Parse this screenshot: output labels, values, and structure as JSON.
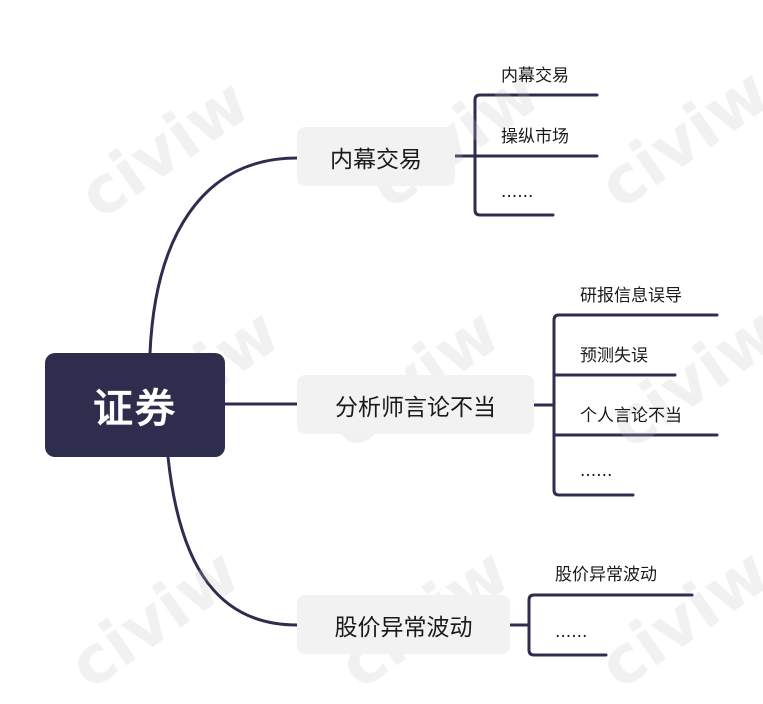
{
  "root": {
    "label": "证券"
  },
  "branches": [
    {
      "label": "内幕交易",
      "leaves": [
        "内幕交易",
        "操纵市场",
        "......"
      ]
    },
    {
      "label": "分析师言论不当",
      "leaves": [
        "研报信息误导",
        "预测失误",
        "个人言论不当",
        "......"
      ]
    },
    {
      "label": "股价异常波动",
      "leaves": [
        "股价异常波动",
        "......"
      ]
    }
  ],
  "watermark": "civiw",
  "colors": {
    "line": "#2e2d4d",
    "root_bg": "#2e2d4d",
    "branch_bg": "#f2f2f2"
  }
}
